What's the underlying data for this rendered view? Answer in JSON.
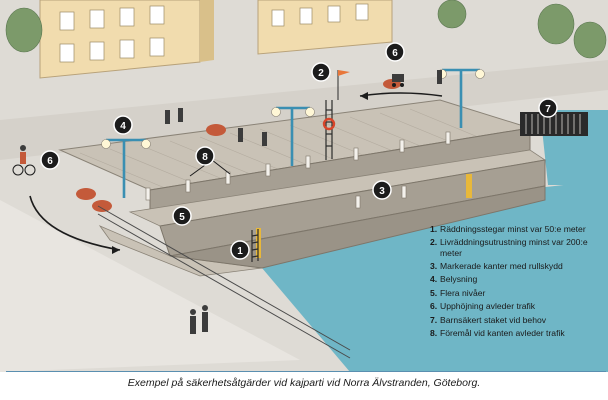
{
  "callouts": {
    "c1": "1",
    "c2": "2",
    "c3": "3",
    "c4": "4",
    "c5": "5",
    "c6a": "6",
    "c6b": "6",
    "c7": "7",
    "c8": "8"
  },
  "legend": [
    {
      "num": "1.",
      "text": "Räddningsstegar minst var 50:e meter"
    },
    {
      "num": "2.",
      "text": "Livräddningsutrustning minst var 200:e meter"
    },
    {
      "num": "3.",
      "text": "Markerade kanter med rullskydd"
    },
    {
      "num": "4.",
      "text": "Belysning"
    },
    {
      "num": "5.",
      "text": "Flera nivåer"
    },
    {
      "num": "6.",
      "text": "Upphöjning avleder trafik"
    },
    {
      "num": "7.",
      "text": "Barnsäkert staket vid behov"
    },
    {
      "num": "8.",
      "text": "Föremål vid kanten avleder trafik"
    }
  ],
  "caption": "Exempel på säkerhetsåtgärder vid kajparti vid Norra Älvstranden, Göteborg.",
  "colors": {
    "water": "#6fb6c6",
    "deck": "#c9c2b6",
    "wall": "#a69f93",
    "ground": "#dedbd5",
    "building": "#f1dcae",
    "callout": "#1c1c1c",
    "lamp": "#3a8fb2"
  }
}
